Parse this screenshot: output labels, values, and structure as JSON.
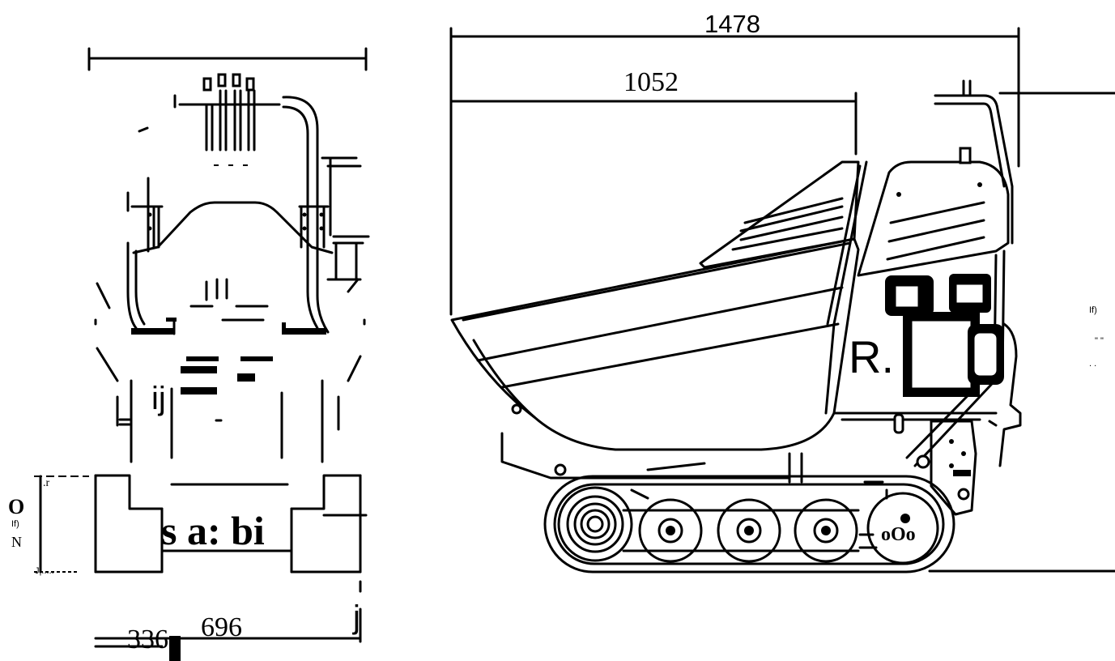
{
  "dimensions": {
    "overall_length": "1478",
    "hopper_length": "1052",
    "track_width": "336",
    "overall_width": "696"
  },
  "artifacts": {
    "side_view_text_1": "R.",
    "side_view_text_2": "oOo",
    "side_view_text_3": "If)",
    "side_view_text_4": "\" \"",
    "side_view_text_5": ". .",
    "front_view_text_1": "ij",
    "front_view_text_2": "s a: bi",
    "front_view_text_3": "j",
    "front_view_height_1": "O",
    "front_view_height_2": "If)",
    "front_view_height_3": "N",
    "front_view_height_4": ".r",
    "front_view_height_5": "J|....."
  }
}
